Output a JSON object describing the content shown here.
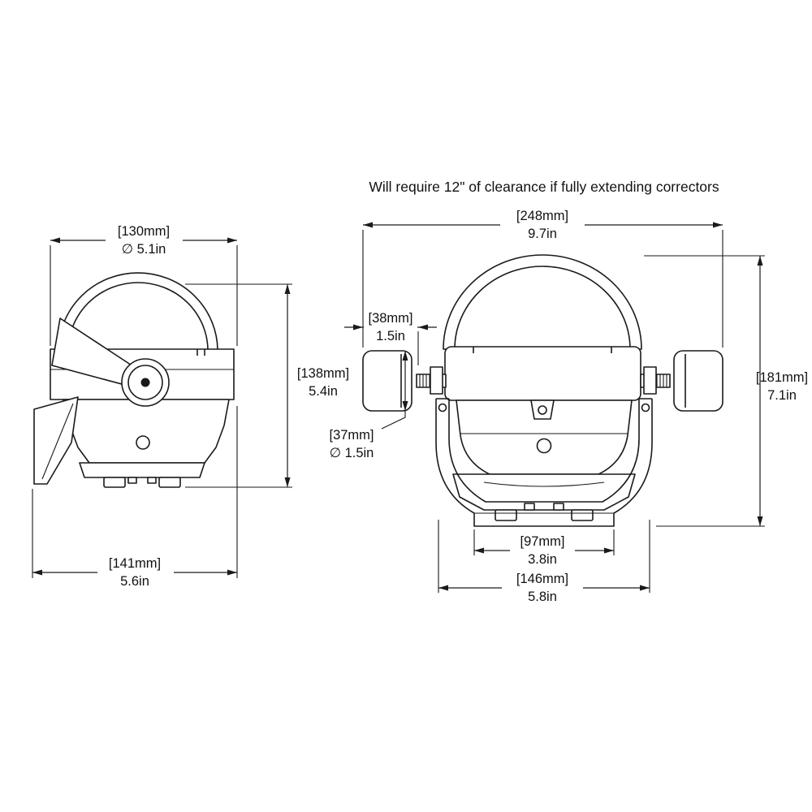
{
  "title": "Will require 12\" of clearance if fully extending correctors",
  "side_view": {
    "top_width": {
      "mm": "[130mm]",
      "in": "∅ 5.1in"
    },
    "height": {
      "mm": "[138mm]",
      "in": "5.4in"
    },
    "base_width": {
      "mm": "[141mm]",
      "in": "5.6in"
    }
  },
  "front_view": {
    "overall_width": {
      "mm": "[248mm]",
      "in": "9.7in"
    },
    "corrector_length": {
      "mm": "[38mm]",
      "in": "1.5in"
    },
    "corrector_diameter": {
      "mm": "[37mm]",
      "in": "∅ 1.5in"
    },
    "overall_height": {
      "mm": "[181mm]",
      "in": "7.1in"
    },
    "foot_spacing": {
      "mm": "[97mm]",
      "in": "3.8in"
    },
    "base_width": {
      "mm": "[146mm]",
      "in": "5.8in"
    }
  },
  "colors": {
    "ink": "#1a1a1a",
    "paper": "#ffffff"
  }
}
